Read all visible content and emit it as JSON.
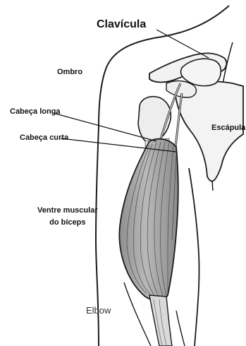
{
  "labels": {
    "clavicula": "Clavícula",
    "ombro": "Ombro",
    "cabeca_longa": "Cabeça longa",
    "cabeca_curta": "Cabeça curta",
    "escapula": "Escápula",
    "ventre_line1": "Ventre muscular",
    "ventre_line2": "do bíceps",
    "elbow": "Elbow"
  },
  "colors": {
    "outline": "#1a1a1a",
    "muscle_fill": "#a9a9a9",
    "bone_fill": "#f2f2f2",
    "leader_line": "#111111"
  }
}
